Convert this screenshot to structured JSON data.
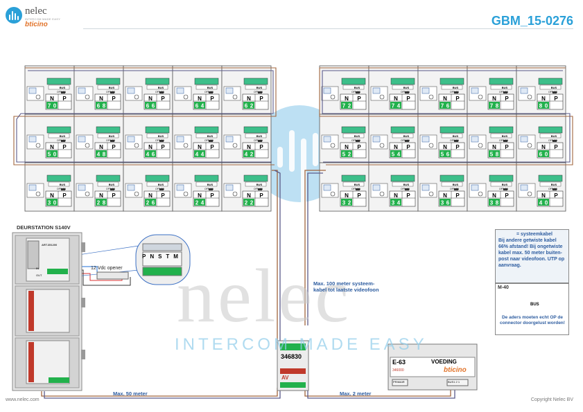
{
  "header": {
    "logo_name": "nelec",
    "logo_tagline": "INTERCOM MADE EASY",
    "logo_brand": "bticino",
    "doc_id": "GBM_15-0276"
  },
  "footer": {
    "left": "www.nelec.com",
    "right": "Copyright Nelec BV"
  },
  "watermark": {
    "text": "nelec",
    "sub": "INTERCOM MADE EASY"
  },
  "door_station": {
    "title": "DEURSTATION S140V",
    "module_code": "ART.351200",
    "in_label": "IN",
    "out_label": "OUT",
    "connector_labels": [
      "P",
      "N",
      "S",
      "T",
      "M"
    ],
    "opener_label": "12 Vdc opener"
  },
  "notes": {
    "system_cable": "Max. 100 meter systeem-\nkabel tot laatste videofoon",
    "max50": "Max. 50 meter",
    "max2": "Max. 2 meter"
  },
  "av_module": {
    "code": "346830",
    "label": "AV"
  },
  "power_supply": {
    "model": "E-63",
    "title": "VOEDING",
    "code": "346000",
    "brand": "bticino",
    "left_terminal": "PRIMAIR",
    "right_terminal": "BUS1 2 1"
  },
  "legend": {
    "title": "= systeemkabel",
    "text": "Bij andere getwiste kabel 66% afstand! Bij ongetwiste kabel max. 50 meter buiten-post naar videofoon. UTP op aanvraag."
  },
  "m40": {
    "title": "M-40",
    "bus_label": "BUS",
    "note": "De aders moeten echt OP de connector doorgelust worden!"
  },
  "unit_labels": {
    "bus": "BUS",
    "dip": "OFF ON",
    "n": "N",
    "p": "P"
  },
  "units": {
    "left": [
      [
        "7",
        "0",
        "6",
        "8",
        "6",
        "6",
        "6",
        "4",
        "6",
        "2"
      ],
      [
        "5",
        "0",
        "4",
        "8",
        "4",
        "6",
        "4",
        "4",
        "4",
        "2"
      ],
      [
        "3",
        "0",
        "2",
        "8",
        "2",
        "6",
        "2",
        "4",
        "2",
        "2"
      ]
    ],
    "right": [
      [
        "7",
        "2",
        "7",
        "4",
        "7",
        "6",
        "7",
        "8",
        "8",
        "0"
      ],
      [
        "5",
        "2",
        "5",
        "4",
        "5",
        "6",
        "5",
        "8",
        "6",
        "0"
      ],
      [
        "3",
        "2",
        "3",
        "4",
        "3",
        "6",
        "3",
        "8",
        "4",
        "0"
      ]
    ]
  },
  "colors": {
    "accent": "#2aa0d8",
    "brand_orange": "#e1732a",
    "cable": "#a0643c",
    "label_blue": "#2e5da0",
    "address_green": "#22b14c",
    "terminal_green": "#3dbf8a"
  }
}
